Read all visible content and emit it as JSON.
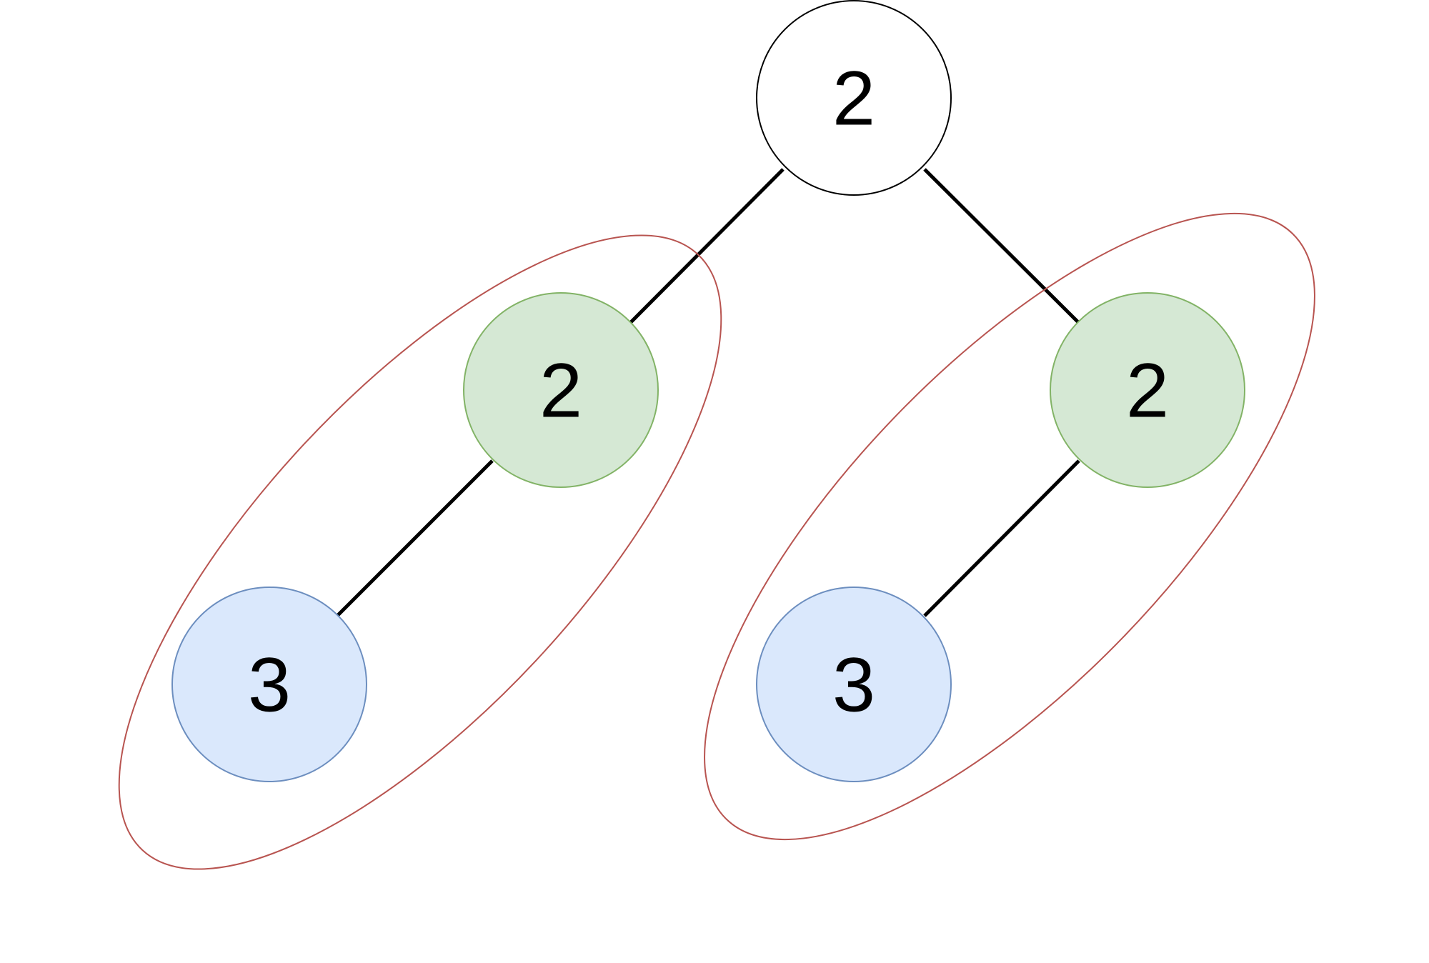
{
  "tree": {
    "nodes": [
      {
        "id": "root",
        "label": "2",
        "fill": "#ffffff",
        "stroke": "#000000"
      },
      {
        "id": "left-child",
        "label": "2",
        "fill": "#d5e8d4",
        "stroke": "#82b366"
      },
      {
        "id": "right-child",
        "label": "2",
        "fill": "#d5e8d4",
        "stroke": "#82b366"
      },
      {
        "id": "left-leaf",
        "label": "3",
        "fill": "#dae8fc",
        "stroke": "#6c8ebf"
      },
      {
        "id": "right-leaf",
        "label": "3",
        "fill": "#dae8fc",
        "stroke": "#6c8ebf"
      }
    ],
    "edges": [
      {
        "from": "root",
        "to": "left-child"
      },
      {
        "from": "root",
        "to": "right-child"
      },
      {
        "from": "left-child",
        "to": "left-leaf"
      },
      {
        "from": "right-child",
        "to": "right-leaf"
      }
    ],
    "groups": [
      {
        "id": "left-subtree-group",
        "members": [
          "left-child",
          "left-leaf"
        ],
        "stroke": "#b85450"
      },
      {
        "id": "right-subtree-group",
        "members": [
          "right-child",
          "right-leaf"
        ],
        "stroke": "#b85450"
      }
    ]
  }
}
